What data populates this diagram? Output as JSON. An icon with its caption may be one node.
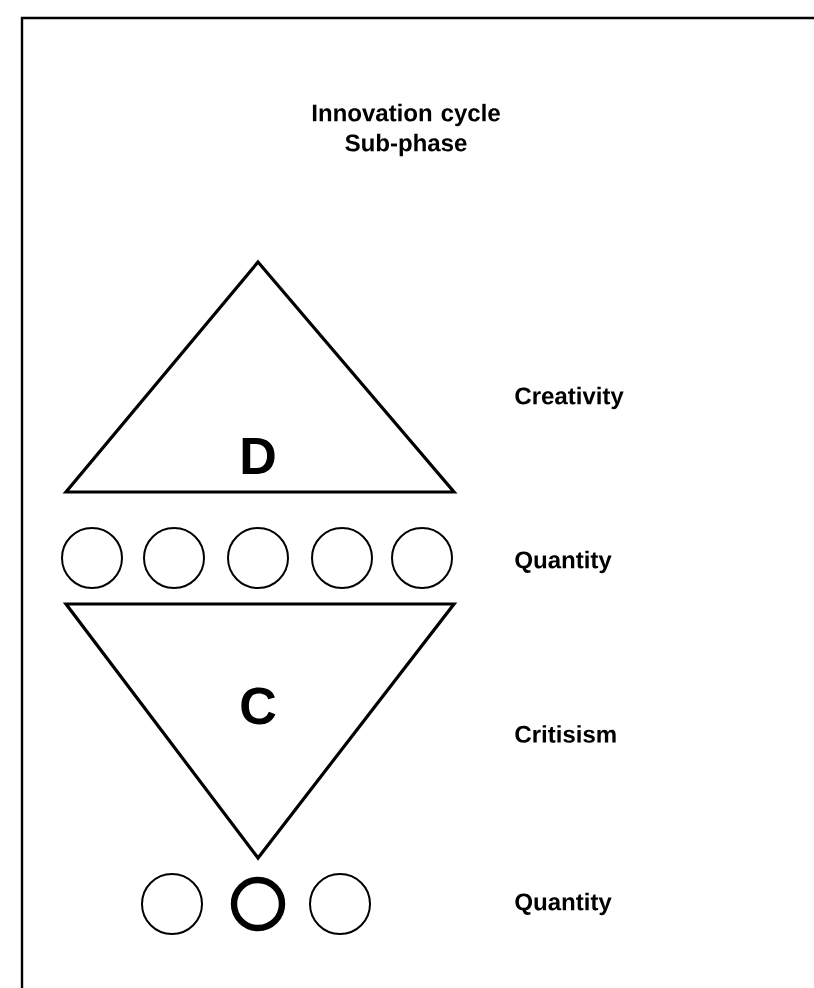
{
  "diagram": {
    "title": "Innovation cycle Sub-phase",
    "nodes": [
      {
        "text": [
          "D"
        ]
      },
      {
        "text": [],
        "shape": "circle"
      },
      {
        "text": [],
        "shape": "circle"
      },
      {
        "text": [],
        "shape": "circle"
      },
      {
        "text": [],
        "shape": "circle"
      },
      {
        "text": [],
        "shape": "circle"
      },
      {
        "text": [
          "C"
        ]
      },
      {
        "text": [],
        "shape": "circle"
      },
      {
        "text": [],
        "shape": "circle"
      },
      {
        "text": [],
        "shape": "circle"
      }
    ],
    "labels": [
      "Creativity",
      "Quantity",
      "Critisism",
      "Quantity"
    ]
  }
}
